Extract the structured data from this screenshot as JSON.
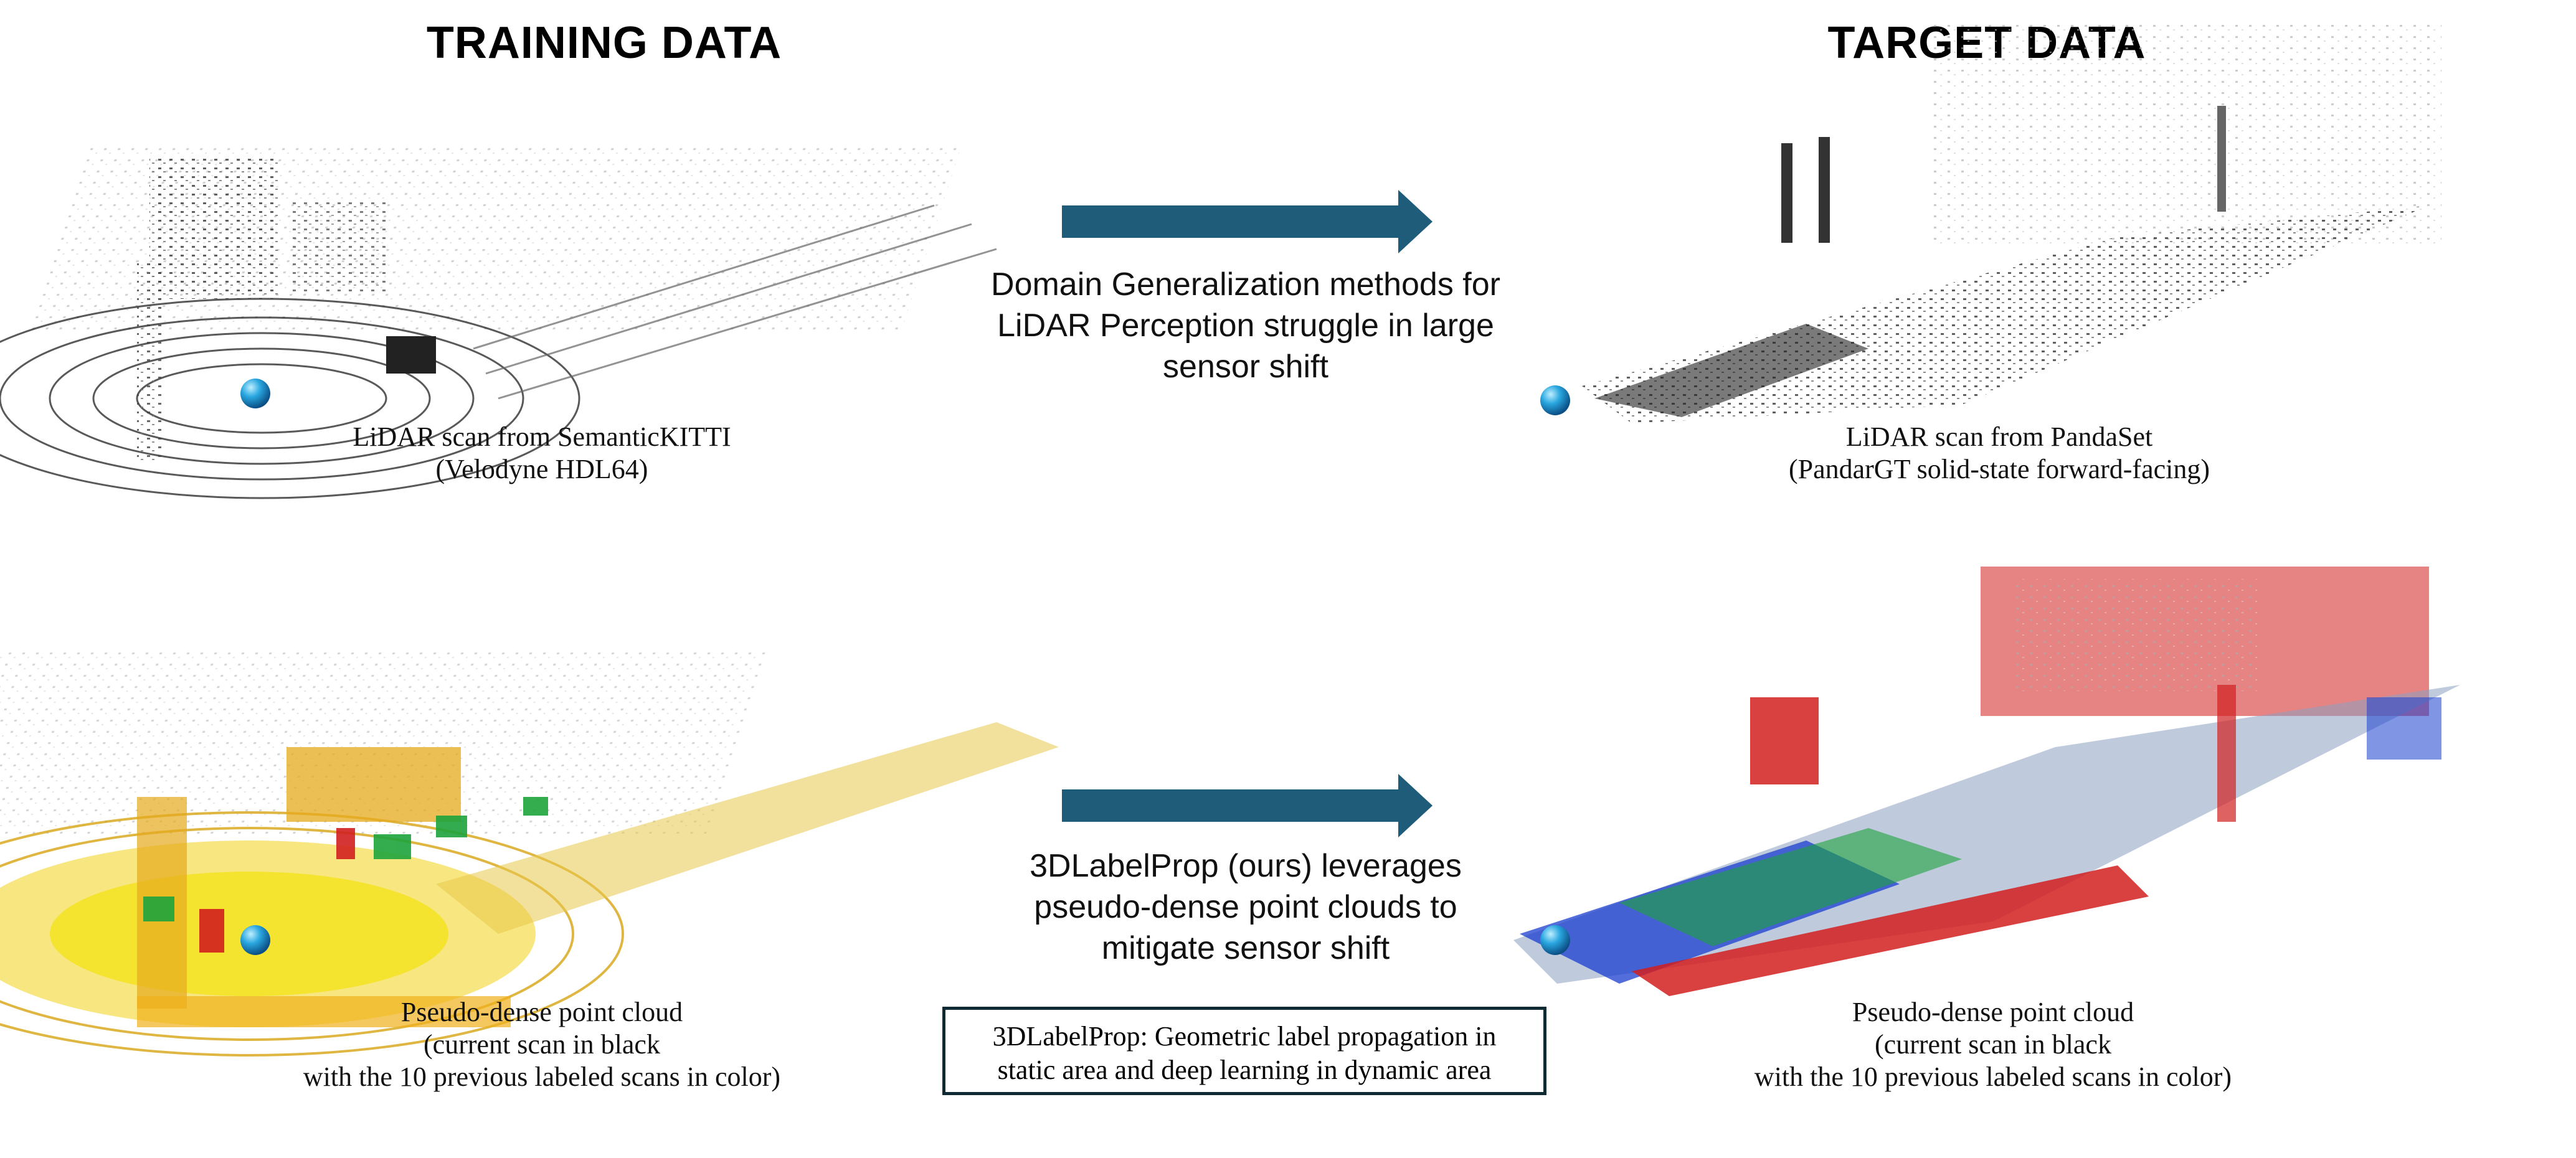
{
  "headers": {
    "left": "TRAINING DATA",
    "right": "TARGET DATA"
  },
  "top_row": {
    "left_caption": [
      "LiDAR scan from SemanticKITTI",
      "(Velodyne HDL64)"
    ],
    "right_caption": [
      "LiDAR scan from PandaSet",
      "(PandarGT solid-state forward-facing)"
    ],
    "middle_text": [
      "Domain Generalization methods for",
      "LiDAR Perception struggle in large",
      "sensor shift"
    ]
  },
  "bottom_row": {
    "left_caption": [
      "Pseudo-dense point cloud",
      "(current scan in black",
      "with the 10 previous labeled scans in color)"
    ],
    "right_caption": [
      "Pseudo-dense point cloud",
      "(current scan in black",
      "with the 10 previous labeled scans in color)"
    ],
    "middle_text": [
      "3DLabelProp (ours) leverages",
      "pseudo-dense point clouds to",
      "mitigate sensor shift"
    ],
    "boxed_text": [
      "3DLabelProp: Geometric label propagation in",
      "static area and deep learning in dynamic area"
    ]
  },
  "colors": {
    "arrow": "#1f5c7a",
    "box_border": "#0f2a33",
    "marker": "#2aa7e0",
    "red": "#d21f1f",
    "green": "#1ea43c",
    "blue": "#1a3ecf",
    "yellow": "#f2d21a"
  }
}
